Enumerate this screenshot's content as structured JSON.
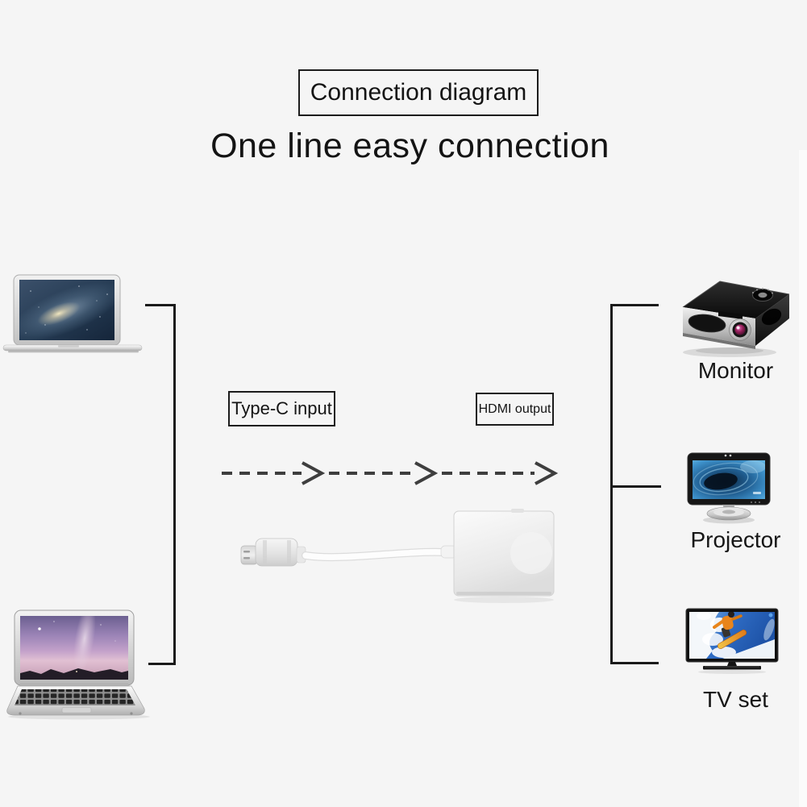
{
  "page": {
    "header_box_label": "Connection diagram",
    "title": "One line easy connection",
    "colors": {
      "background": "#f5f5f5",
      "bracket_line": "#1a1a1a",
      "arrow_dash": "#3e3e3e",
      "text": "#141414"
    }
  },
  "diagram": {
    "input_label": "Type-C input",
    "output_label": "HDMI output",
    "source_devices": [
      {
        "name": "macbook-laptop"
      },
      {
        "name": "silver-notebook-laptop"
      }
    ],
    "adapter": {
      "name": "usb-c-to-hdmi-adapter"
    },
    "output_devices": [
      {
        "label": "Monitor"
      },
      {
        "label": "Projector"
      },
      {
        "label": "TV set"
      }
    ]
  }
}
